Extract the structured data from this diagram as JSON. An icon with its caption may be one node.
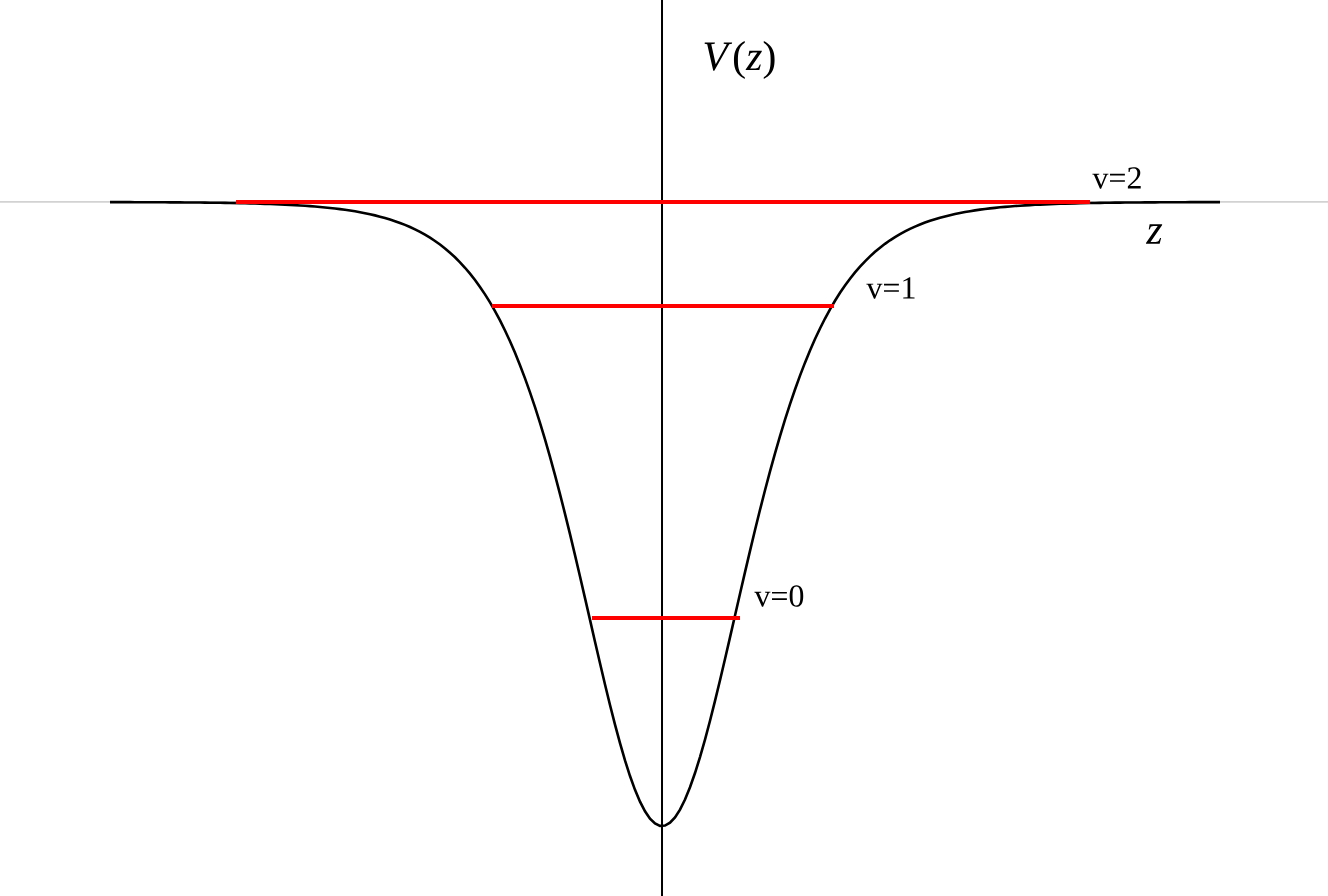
{
  "diagram": {
    "labels": [
      "*V*(*z*)",
      "*z*",
      "v=2",
      "v=1",
      "v=0"
    ]
  }
}
